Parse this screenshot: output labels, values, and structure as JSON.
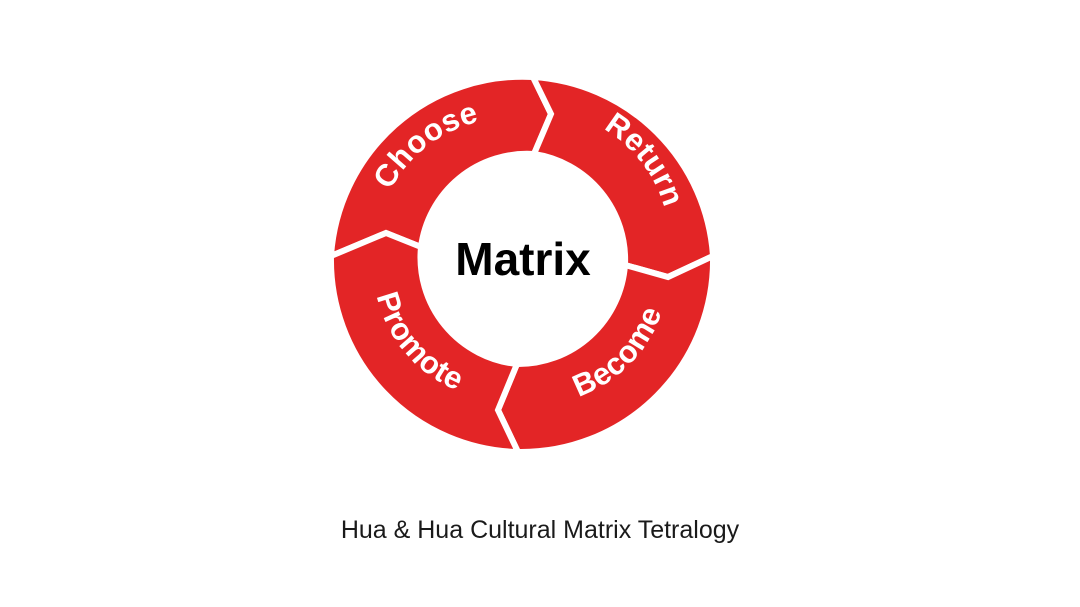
{
  "diagram": {
    "center_label": "Matrix",
    "segments": [
      {
        "label": "Choose"
      },
      {
        "label": "Return"
      },
      {
        "label": "Become"
      },
      {
        "label": "Promote"
      }
    ],
    "colors": {
      "segment_fill": "#e32526",
      "segment_text": "#ffffff",
      "center_fill": "#ffffff",
      "center_text": "#000000"
    }
  },
  "caption": "Hua & Hua Cultural Matrix Tetralogy"
}
